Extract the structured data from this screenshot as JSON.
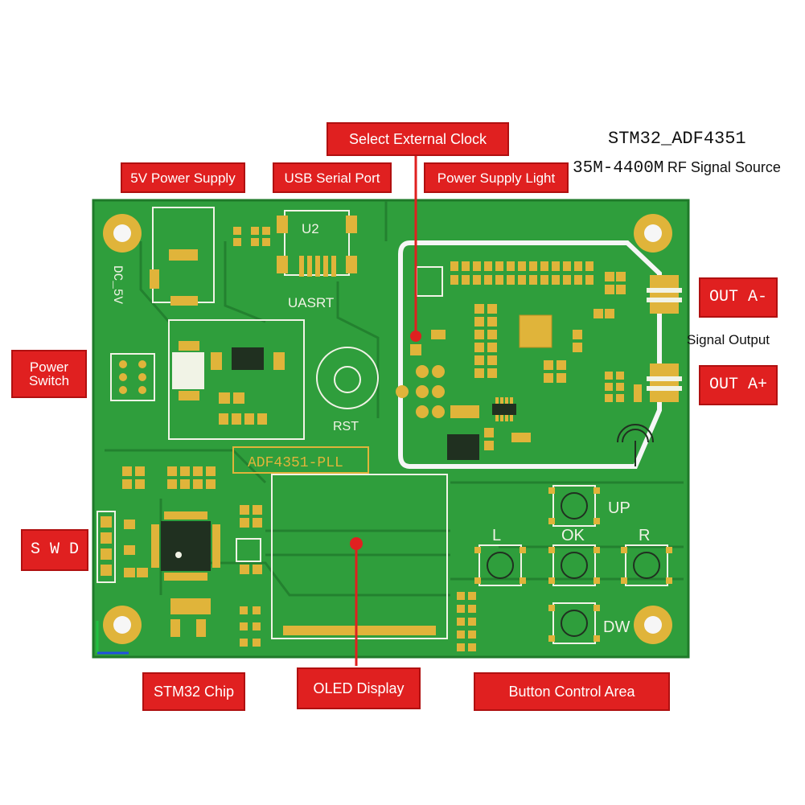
{
  "colors": {
    "board": "#2f9e3c",
    "board_dark": "#23812f",
    "pad": "#e0b43a",
    "label_bg": "#e02020",
    "silk": "#f1f3e6"
  },
  "header": {
    "title": "STM32_ADF4351",
    "subtitle_freq": "35M-4400M",
    "subtitle_rest": "RF Signal Source"
  },
  "labels": {
    "select_external_clock": "Select External Clock",
    "power_supply_5v": "5V Power Supply",
    "usb_serial_port": "USB Serial Port",
    "power_supply_light": "Power Supply Light",
    "power_switch": "Power Switch",
    "swd": "S W D",
    "out_a_minus": "OUT A-",
    "out_a_plus": "OUT A+",
    "signal_output": "Signal Output",
    "stm32_chip": "STM32 Chip",
    "oled_display": "OLED Display",
    "button_control_area": "Button Control Area"
  },
  "silkscreen": {
    "dc": "DC_5V",
    "u2": "U2",
    "uasrt": "UASRT",
    "rst": "RST",
    "pll": "ADF4351-PLL",
    "up": "UP",
    "l": "L",
    "ok": "OK",
    "r": "R",
    "dw": "DW"
  }
}
